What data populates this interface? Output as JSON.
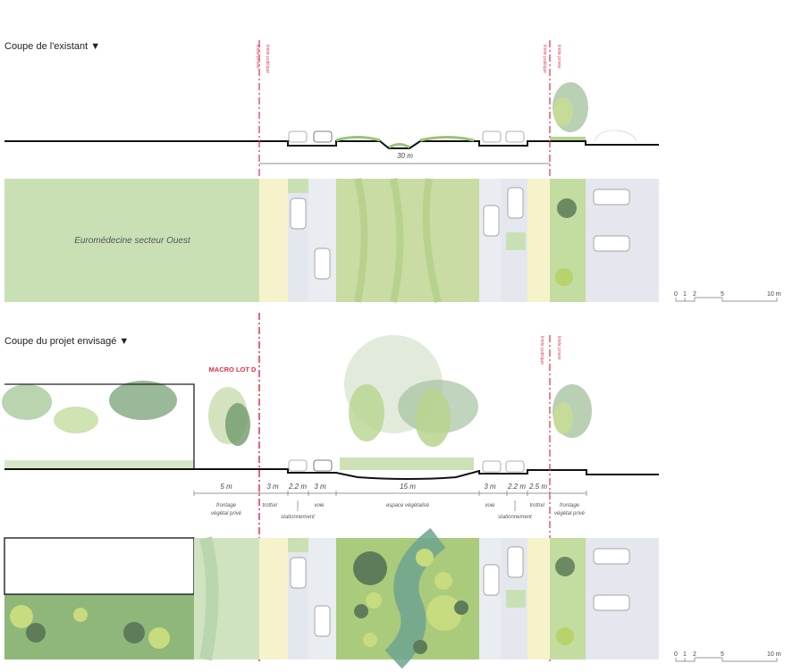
{
  "existing": {
    "title": "Coupe de l'existant ▼",
    "limits": {
      "left_private": "limite privée",
      "left_public": "limite publique",
      "right_public": "limite publique",
      "right_private": "limite privée"
    },
    "total_width": "30 m",
    "plan_label": "Euromédecine secteur Ouest"
  },
  "project": {
    "title": "Coupe du projet envisagé ▼",
    "lot_label": "MACRO LOT D",
    "limits": {
      "right_public": "limite publique",
      "right_private": "limite privée"
    },
    "dimensions": [
      {
        "value": "5 m",
        "label1": "frontage",
        "label2": "végétal privé"
      },
      {
        "value": "3 m",
        "label1": "trottoir",
        "label2": ""
      },
      {
        "value": "2.2 m",
        "label1": "",
        "label2": "stationnement"
      },
      {
        "value": "3 m",
        "label1": "voie",
        "label2": ""
      },
      {
        "value": "15 m",
        "label1": "espace végétalisé",
        "label2": ""
      },
      {
        "value": "3 m",
        "label1": "voie",
        "label2": ""
      },
      {
        "value": "2.2 m",
        "label1": "",
        "label2": "stationnement"
      },
      {
        "value": "2.5 m",
        "label1": "trottoir",
        "label2": ""
      },
      {
        "value": "",
        "label1": "frontage",
        "label2": "végétal privé"
      }
    ]
  },
  "scale_bar": {
    "ticks": [
      "0",
      "1",
      "2",
      "5",
      "10 m"
    ]
  },
  "colors": {
    "red": "#e0304a",
    "grass": "#c9e0b5",
    "sidewalk": "#f6f3cc",
    "road": "#e4e8ee",
    "tree": "#8fb38a"
  }
}
